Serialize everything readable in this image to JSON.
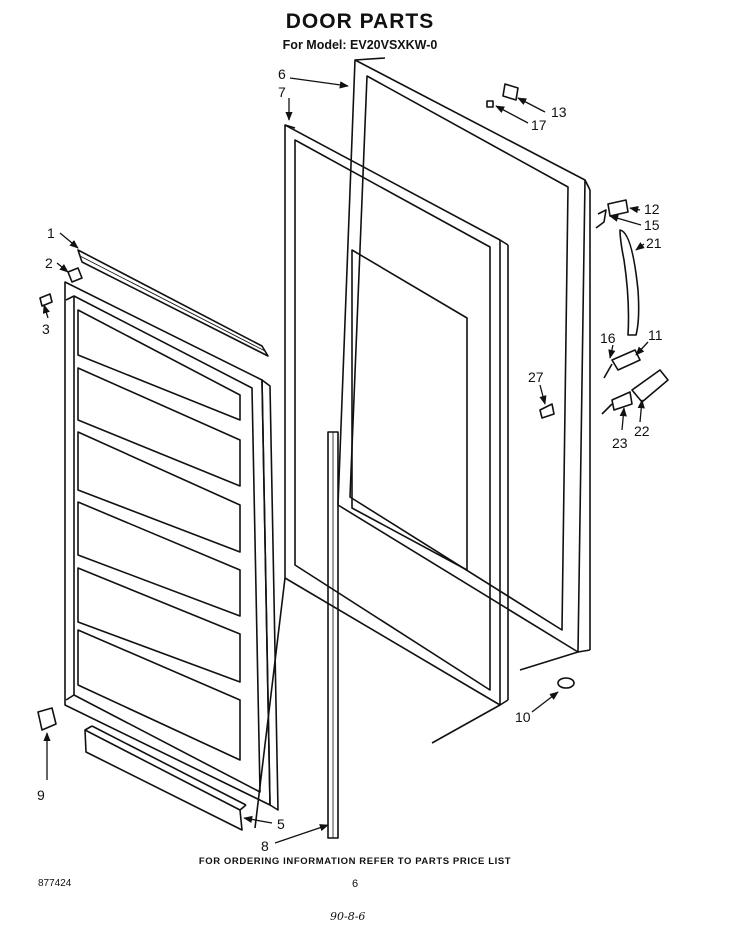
{
  "header": {
    "title": "DOOR PARTS",
    "subtitle": "For Model: EV20VSXKW-0"
  },
  "footer": {
    "note": "FOR ORDERING INFORMATION REFER TO PARTS PRICE LIST",
    "code": "877424",
    "page_number": "6",
    "handwritten": "90-8-6"
  },
  "parts": [
    {
      "id": "p1",
      "label": "1"
    },
    {
      "id": "p2",
      "label": "2"
    },
    {
      "id": "p3",
      "label": "3"
    },
    {
      "id": "p5",
      "label": "5"
    },
    {
      "id": "p6",
      "label": "6"
    },
    {
      "id": "p7",
      "label": "7"
    },
    {
      "id": "p8",
      "label": "8"
    },
    {
      "id": "p9",
      "label": "9"
    },
    {
      "id": "p10",
      "label": "10"
    },
    {
      "id": "p11",
      "label": "11"
    },
    {
      "id": "p12",
      "label": "12"
    },
    {
      "id": "p13",
      "label": "13"
    },
    {
      "id": "p15",
      "label": "15"
    },
    {
      "id": "p16",
      "label": "16"
    },
    {
      "id": "p17",
      "label": "17"
    },
    {
      "id": "p21",
      "label": "21"
    },
    {
      "id": "p22",
      "label": "22"
    },
    {
      "id": "p23",
      "label": "23"
    },
    {
      "id": "p27",
      "label": "27"
    }
  ]
}
